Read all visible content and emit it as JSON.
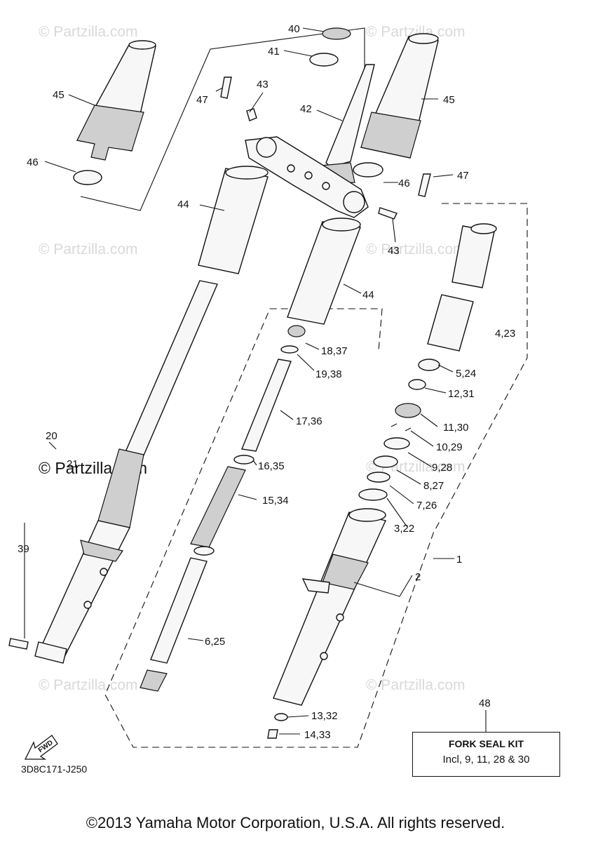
{
  "watermark": "© Partzilla.com",
  "watermark_emphasized": "© Partzilla.com",
  "callouts": {
    "c1": "1",
    "c2": "2",
    "c3_22": "3,22",
    "c4_23": "4,23",
    "c5_24": "5,24",
    "c6_25": "6,25",
    "c7_26": "7,26",
    "c8_27": "8,27",
    "c9_28": "9,28",
    "c10_29": "10,29",
    "c11_30": "11,30",
    "c12_31": "12,31",
    "c13_32": "13,32",
    "c14_33": "14,33",
    "c15_34": "15,34",
    "c16_35": "16,35",
    "c17_36": "17,36",
    "c18_37": "18,37",
    "c19_38": "19,38",
    "c20": "20",
    "c21": "21",
    "c39": "39",
    "c40": "40",
    "c41": "41",
    "c42": "42",
    "c43a": "43",
    "c43b": "43",
    "c44a": "44",
    "c44b": "44",
    "c45a": "45",
    "c45b": "45",
    "c46a": "46",
    "c46b": "46",
    "c47a": "47",
    "c47b": "47",
    "c48": "48"
  },
  "kit": {
    "title": "FORK SEAL KIT",
    "description": "Incl, 9, 11, 28 & 30"
  },
  "fwd_label": "FWD",
  "drawing_code": "3D8C171-J250",
  "copyright": "©2013 Yamaha Motor Corporation, U.S.A. All rights reserved."
}
